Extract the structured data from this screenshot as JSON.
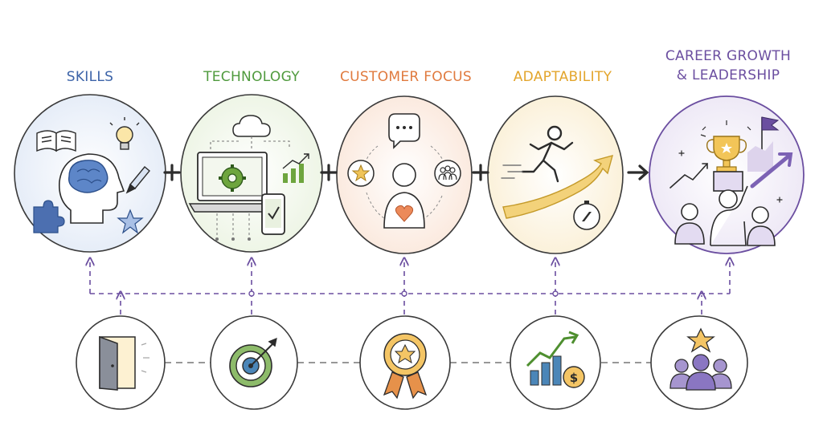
{
  "stages": [
    {
      "label": "SKILLS",
      "color": "#3c63a8"
    },
    {
      "label": "TECHNOLOGY",
      "color": "#4f9a3d"
    },
    {
      "label": "CUSTOMER FOCUS",
      "color": "#e07a3e"
    },
    {
      "label": "ADAPTABILITY",
      "color": "#e3a52c"
    },
    {
      "label_line1": "CAREER GROWTH",
      "label_line2": "& LEADERSHIP",
      "color": "#6b4ea0"
    }
  ],
  "operators": [
    "+",
    "+",
    "+",
    "→"
  ],
  "icons": {
    "skills": [
      "book-icon",
      "lightbulb-icon",
      "head-brain-icon",
      "pencil-icon",
      "puzzle-icon",
      "star-icon"
    ],
    "technology": [
      "cloud-icon",
      "laptop-gear-icon",
      "growth-chart-icon",
      "phone-check-icon"
    ],
    "customer_focus": [
      "speech-bubble-icon",
      "star-badge-icon",
      "person-heart-icon",
      "group-icon"
    ],
    "adaptability": [
      "running-person-icon",
      "rising-arrow-icon",
      "compass-icon"
    ],
    "career_growth": [
      "trophy-icon",
      "flag-icon",
      "team-icon",
      "upward-arrow-icon"
    ]
  },
  "bottom_icons": [
    "open-door-icon",
    "target-icon",
    "award-ribbon-icon",
    "bar-chart-dollar-icon",
    "team-star-icon"
  ]
}
